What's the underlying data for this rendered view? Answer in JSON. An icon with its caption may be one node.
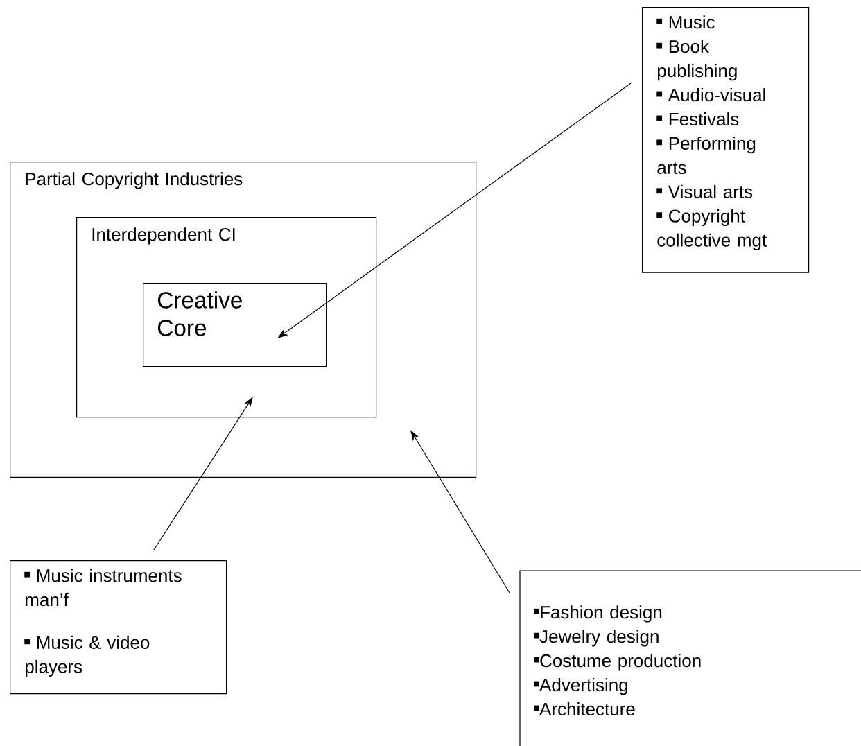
{
  "diagram": {
    "nodes": [
      {
        "text": [
          "Partial Copyright Industries"
        ]
      },
      {
        "text": [
          "Interdependent CI"
        ],
        "in": 0
      },
      {
        "text": [
          "Creative Core"
        ],
        "in": 1
      },
      {
        "text": [
          "Music",
          "Book publishing",
          "Audio-visual",
          "Festivals",
          "Performing arts",
          "Visual arts",
          "Copyright collective mgt"
        ]
      },
      {
        "text": [
          "Music instruments man’f",
          "Music & video players"
        ]
      },
      {
        "text": [
          "Fashion design",
          "Jewelry design",
          "Costume production",
          "Advertising",
          "Architecture"
        ]
      }
    ],
    "edges": [
      {
        "from": 3,
        "to": 2,
        "arrow": "to"
      },
      {
        "from": 4,
        "to": 1,
        "arrow": "to"
      },
      {
        "from": 5,
        "to": 0,
        "arrow": "to"
      }
    ]
  }
}
